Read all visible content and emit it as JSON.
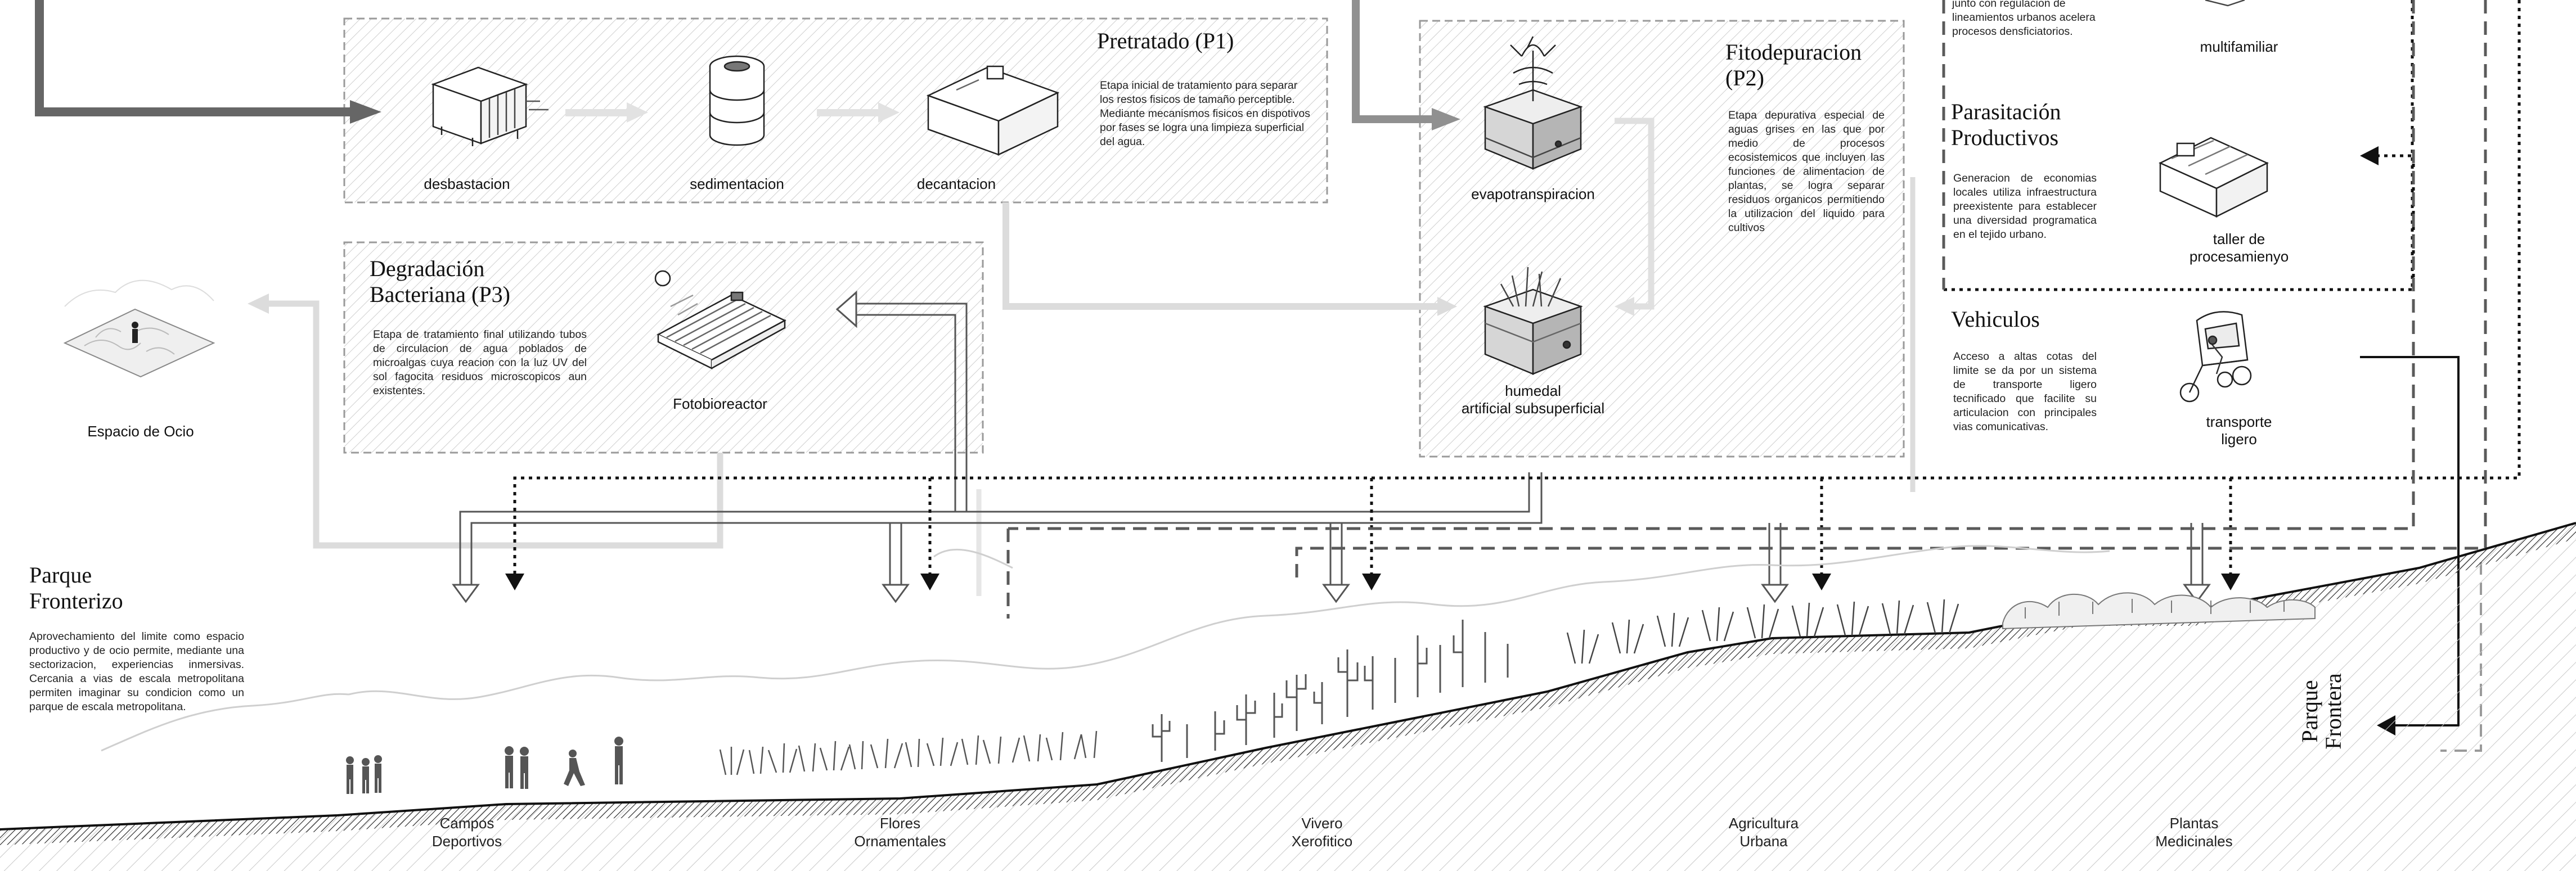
{
  "stages": {
    "p1": {
      "title": "Pretratado (P1)",
      "text": "Etapa inicial de tratamiento para separar los restos fisicos de tamaño perceptible. Mediante mecanismos fisicos en dispotivos por fases se logra una limpieza superficial del agua.",
      "steps": [
        "desbastacion",
        "sedimentacion",
        "decantacion"
      ]
    },
    "p2": {
      "title_line1": "Fitodepuracion",
      "title_line2": "(P2)",
      "text": "Etapa depurativa especial de aguas grises en las que por medio de procesos ecosistemicos que incluyen las funciones de alimentacion de plantas, se logra separar residuos organicos permitiendo la utilizacion del liquido para cultivos",
      "step1": "evapotranspiracion",
      "step2_line1": "humedal",
      "step2_line2": "artificial subsuperficial"
    },
    "p3": {
      "title_line1": "Degradación",
      "title_line2": "Bacteriana (P3)",
      "text": "Etapa de tratamiento final utilizando tubos de circulacion de agua poblados de microalgas cuya reacion con la luz UV del sol fagocita residuos microscopicos aun existentes.",
      "step": "Fotobioreactor"
    }
  },
  "ocio": {
    "label": "Espacio de Ocio"
  },
  "right_panel": {
    "top_text": "junto con regulacion de lineamientos urbanos acelera procesos densficiatorios.",
    "top_caption": "multifamiliar",
    "parasitacion": {
      "title_line1": "Parasitación",
      "title_line2": "Productivos",
      "text": "Generacion de economias locales utiliza infraestructura preexistente para establecer una diversidad programatica en el tejido urbano.",
      "caption_line1": "taller de",
      "caption_line2": "procesamienyo"
    },
    "vehiculos": {
      "title": "Vehiculos",
      "text": "Acceso a altas cotas del limite se da por un sistema de transporte ligero tecnificado que facilite su articulacion con principales vias comunicativas.",
      "caption_line1": "transporte",
      "caption_line2": "ligero"
    }
  },
  "parque": {
    "title_line1": "Parque",
    "title_line2": "Fronterizo",
    "text": "Aprovechamiento del limite como espacio productivo y de ocio permite, mediante una sectorizacion, experiencias inmersivas. Cercania a vias de escala metropolitana permiten imaginar su condicion como un parque de escala metropolitana."
  },
  "vertical_label": {
    "line1": "Parque",
    "line2": "Frontera"
  },
  "zones": [
    {
      "line1": "Campos",
      "line2": "Deportivos"
    },
    {
      "line1": "Flores",
      "line2": "Ornamentales"
    },
    {
      "line1": "Vivero",
      "line2": "Xerofitico"
    },
    {
      "line1": "Agricultura",
      "line2": "Urbana"
    },
    {
      "line1": "Plantas",
      "line2": "Medicinales"
    }
  ]
}
